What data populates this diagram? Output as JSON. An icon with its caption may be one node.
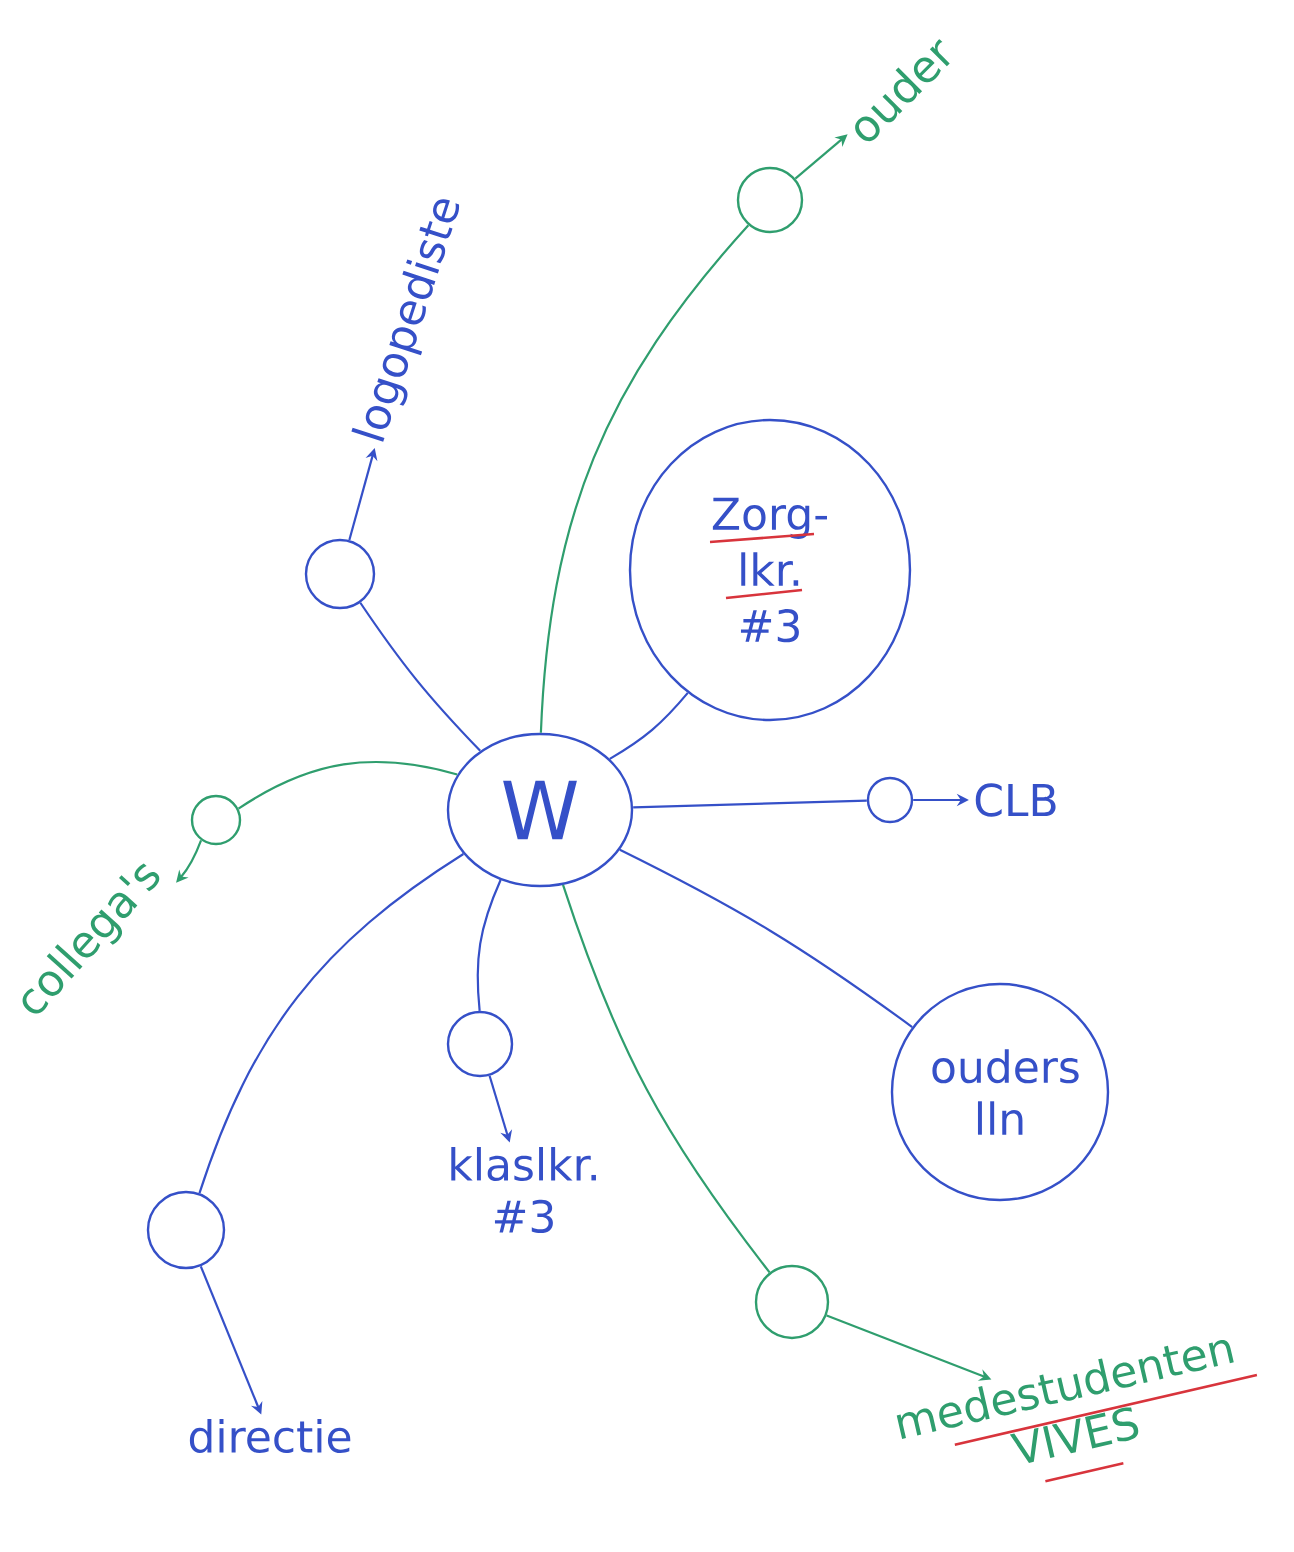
{
  "diagram": {
    "nodes": [
      {
        "text": [
          "W"
        ]
      },
      {
        "text": [],
        "shape": "circle"
      },
      {
        "text": [
          "ouder"
        ]
      },
      {
        "text": [],
        "shape": "circle"
      },
      {
        "text": [
          "logopediste"
        ]
      },
      {
        "text": [
          "Zorg- lkr. #3"
        ]
      },
      {
        "text": [],
        "shape": "circle"
      },
      {
        "text": [
          "collega's"
        ]
      },
      {
        "text": [],
        "shape": "circle"
      },
      {
        "text": [
          "CLB"
        ]
      },
      {
        "text": [],
        "shape": "circle"
      },
      {
        "text": [
          "klaslkr. #3"
        ]
      },
      {
        "text": [
          "ouders lln"
        ]
      },
      {
        "text": [],
        "shape": "circle"
      },
      {
        "text": [
          "directie"
        ]
      },
      {
        "text": [],
        "shape": "circle"
      },
      {
        "text": [
          "medestudenten VIVES"
        ]
      }
    ],
    "edges": [
      {
        "from": 0,
        "to": 1,
        "arrow": "none",
        "color": "#2f9e6e"
      },
      {
        "from": 1,
        "to": 2,
        "arrow": "to",
        "color": "#2f9e6e"
      },
      {
        "from": 0,
        "to": 3,
        "arrow": "none"
      },
      {
        "from": 3,
        "to": 4,
        "arrow": "to"
      },
      {
        "from": 0,
        "to": 5,
        "arrow": "none"
      },
      {
        "from": 0,
        "to": 6,
        "arrow": "none",
        "color": "#2f9e6e"
      },
      {
        "from": 6,
        "to": 7,
        "arrow": "to",
        "color": "#2f9e6e"
      },
      {
        "from": 0,
        "to": 8,
        "arrow": "none"
      },
      {
        "from": 8,
        "to": 9,
        "arrow": "to"
      },
      {
        "from": 0,
        "to": 10,
        "arrow": "none"
      },
      {
        "from": 10,
        "to": 11,
        "arrow": "to"
      },
      {
        "from": 0,
        "to": 12,
        "arrow": "none"
      },
      {
        "from": 0,
        "to": 13,
        "arrow": "none"
      },
      {
        "from": 13,
        "to": 14,
        "arrow": "to"
      },
      {
        "from": 0,
        "to": 15,
        "arrow": "none",
        "color": "#2f9e6e"
      },
      {
        "from": 15,
        "to": 16,
        "arrow": "to",
        "color": "#2f9e6e"
      }
    ]
  }
}
